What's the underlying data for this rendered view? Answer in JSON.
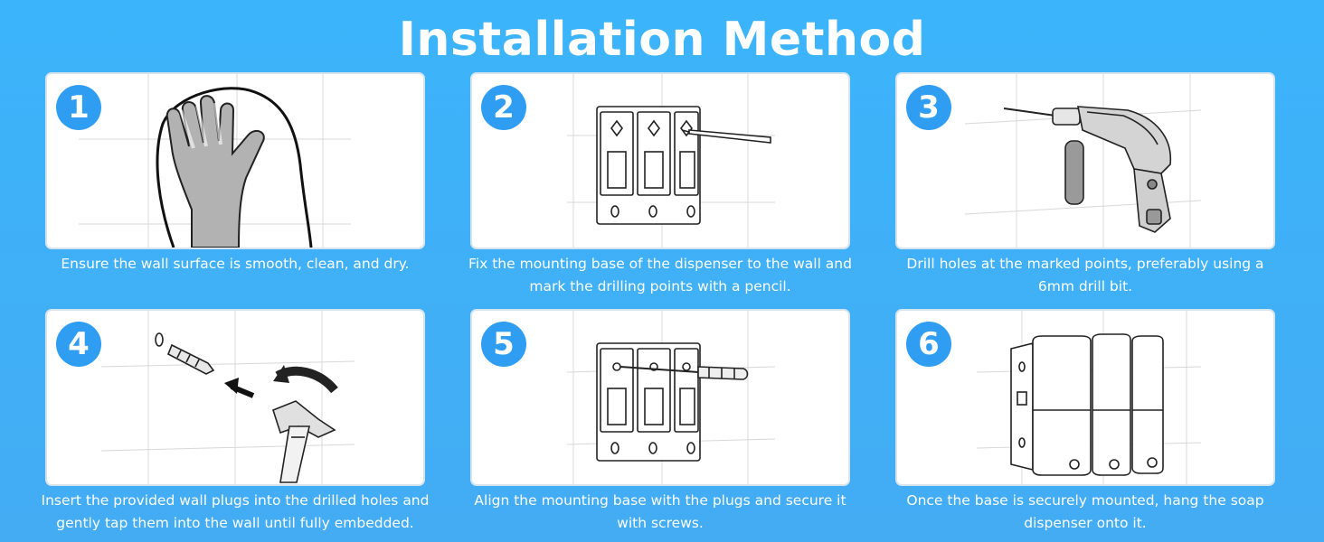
{
  "title": "Installation Method",
  "steps": [
    {
      "number": "1",
      "caption": "Ensure the wall surface is smooth, clean, and dry."
    },
    {
      "number": "2",
      "caption": "Fix the mounting base of the dispenser to the wall and mark the drilling points with a pencil."
    },
    {
      "number": "3",
      "caption": "Drill holes at the marked points, preferably using a 6mm drill bit."
    },
    {
      "number": "4",
      "caption": "Insert the provided wall plugs into the drilled holes and gently tap them into the wall until fully embedded."
    },
    {
      "number": "5",
      "caption": "Align the mounting base with the plugs and secure it with screws."
    },
    {
      "number": "6",
      "caption": "Once the base is securely mounted, hang the soap dispenser onto it."
    }
  ],
  "colors": {
    "background": "#3cb4fb",
    "badge": "#2f9ef2",
    "text": "#ffffff"
  },
  "icons": [
    "gloved-hand-icon",
    "pencil-marking-icon",
    "drill-icon",
    "hammer-plug-icon",
    "screwdriver-icon",
    "soap-dispenser-icon"
  ]
}
